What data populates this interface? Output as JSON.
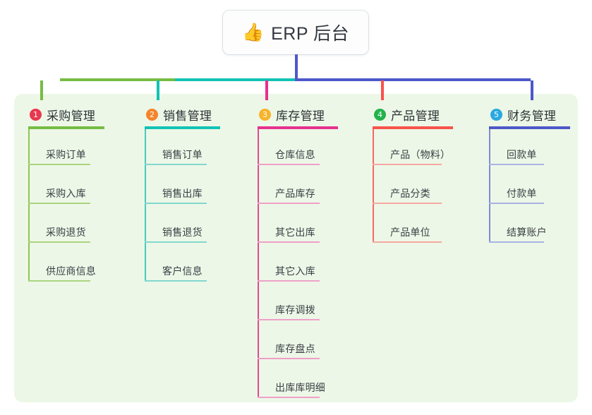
{
  "root": {
    "icon": "thumbs-up-icon",
    "icon_glyph": "👍",
    "title": "ERP 后台"
  },
  "theme": {
    "panel_bg": "#edf7e7",
    "page_bg": "#ffffff",
    "title_text": "#333840",
    "stem": "#4d58c8"
  },
  "columns": [
    {
      "index": "1",
      "title": "采购管理",
      "badge_color": "#e8384f",
      "rule_color": "#76bc43",
      "trunk_color": "#8dc653",
      "leaf_rule_color": "#a9d57f",
      "items": [
        "采购订单",
        "采购入库",
        "采购退货",
        "供应商信息"
      ]
    },
    {
      "index": "2",
      "title": "销售管理",
      "badge_color": "#f5842a",
      "rule_color": "#12c2b4",
      "trunk_color": "#49c9bd",
      "leaf_rule_color": "#82d8ce",
      "items": [
        "销售订单",
        "销售出库",
        "销售退货",
        "客户信息"
      ]
    },
    {
      "index": "3",
      "title": "库存管理",
      "badge_color": "#f7b32b",
      "rule_color": "#e7308f",
      "trunk_color": "#e04a96",
      "leaf_rule_color": "#efa0c8",
      "items": [
        "仓库信息",
        "产品库存",
        "其它出库",
        "其它入库",
        "库存调拨",
        "库存盘点",
        "出库库明细"
      ]
    },
    {
      "index": "4",
      "title": "产品管理",
      "badge_color": "#23b24b",
      "rule_color": "#f9524c",
      "trunk_color": "#f26a63",
      "leaf_rule_color": "#f6a9a2",
      "items": [
        "产品（物料）",
        "产品分类",
        "产品单位"
      ]
    },
    {
      "index": "5",
      "title": "财务管理",
      "badge_color": "#2aa8e0",
      "rule_color": "#4d58c8",
      "trunk_color": "#7d8ad6",
      "leaf_rule_color": "#a8b3e3",
      "items": [
        "回款单",
        "付款单",
        "结算账户"
      ]
    }
  ],
  "connectors": {
    "segments": [
      {
        "name": "green-segment",
        "color": "#76bc43"
      },
      {
        "name": "teal-segment",
        "color": "#12c2b4"
      },
      {
        "name": "blue-segment",
        "color": "#4d58c8"
      }
    ],
    "drops": [
      {
        "name": "drop-col-1",
        "color": "#76bc43"
      },
      {
        "name": "drop-col-2",
        "color": "#12c2b4"
      },
      {
        "name": "drop-col-3",
        "color": "#e7308f"
      },
      {
        "name": "drop-col-4",
        "color": "#f9524c"
      },
      {
        "name": "drop-col-5",
        "color": "#4d58c8"
      }
    ]
  }
}
